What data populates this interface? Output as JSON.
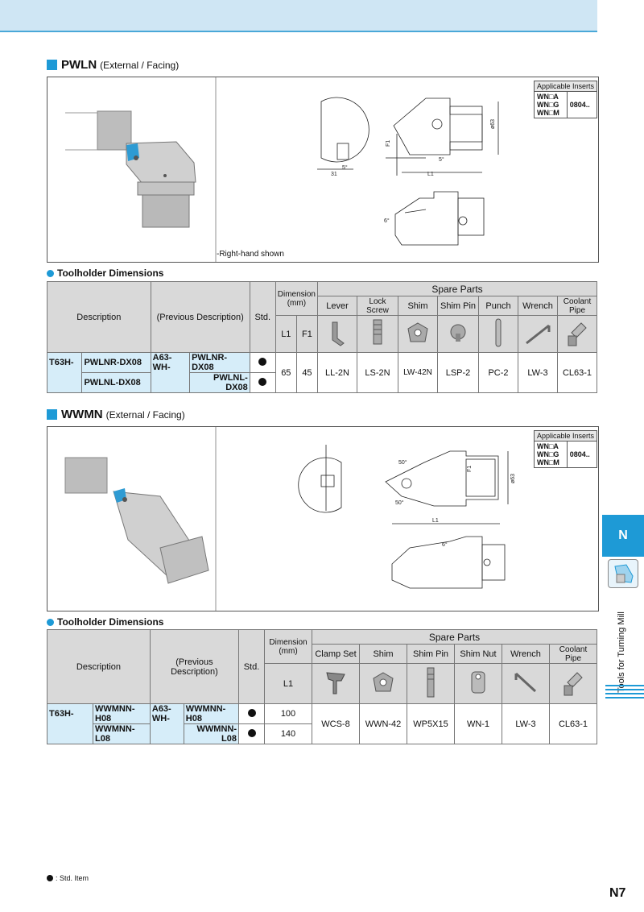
{
  "page_number": "N7",
  "sidebar": {
    "tab": "N",
    "text": "Tools for Turning Mill"
  },
  "footnote": ": Std. Item",
  "sections": [
    {
      "title": "PWLN",
      "subtitle": "(External / Facing)",
      "figure_caption": "-Right-hand shown",
      "dim_labels": {
        "f1": "F1",
        "d63": "ø63",
        "l1": "L1",
        "dim31": "31",
        "angle5a": "5°",
        "angle5b": "5°",
        "angle6": "6°"
      },
      "inserts": {
        "header": "Applicable Inserts",
        "codes": [
          "WN□A",
          "WN□G",
          "WN□M"
        ],
        "size": "0804.."
      },
      "toolholder_title": "Toolholder Dimensions",
      "headers": {
        "description": "Description",
        "previous": "(Previous Description)",
        "std": "Std.",
        "dimension": "Dimension (mm)",
        "spare_parts": "Spare Parts",
        "dims": [
          "L1",
          "F1"
        ],
        "parts": [
          "Lever",
          "Lock Screw",
          "Shim",
          "Shim Pin",
          "Punch",
          "Wrench",
          "Coolant Pipe"
        ]
      },
      "rows": [
        {
          "prefix": "T63H-",
          "code": "PWLNR-DX08",
          "prev_prefix": "A63-WH-",
          "prev_code": "PWLNR-DX08"
        },
        {
          "prefix": "",
          "code": "PWLNL-DX08",
          "prev_prefix": "",
          "prev_code": "PWLNL-DX08"
        }
      ],
      "dim_values": [
        "65",
        "45"
      ],
      "part_values": [
        "LL-2N",
        "LS-2N",
        "LW-42N",
        "LSP-2",
        "PC-2",
        "LW-3",
        "CL63-1"
      ]
    },
    {
      "title": "WWMN",
      "subtitle": "(External / Facing)",
      "dim_labels": {
        "angle50a": "50°",
        "angle50b": "50°",
        "d63": "ø63",
        "l1": "L1",
        "f1": "F1",
        "angle6": "6°"
      },
      "inserts": {
        "header": "Applicable Inserts",
        "codes": [
          "WN□A",
          "WN□G",
          "WN□M"
        ],
        "size": "0804.."
      },
      "toolholder_title": "Toolholder Dimensions",
      "headers": {
        "description": "Description",
        "previous": "(Previous Description)",
        "std": "Std.",
        "dimension": "Dimension (mm)",
        "spare_parts": "Spare Parts",
        "dims": [
          "L1"
        ],
        "parts": [
          "Clamp Set",
          "Shim",
          "Shim Pin",
          "Shim Nut",
          "Wrench",
          "Coolant Pipe"
        ]
      },
      "rows": [
        {
          "prefix": "T63H-",
          "code": "WWMNN-H08",
          "prev_prefix": "A63-WH-",
          "prev_code": "WWMNN-H08",
          "l1": "100"
        },
        {
          "prefix": "",
          "code": "WWMNN-L08",
          "prev_prefix": "",
          "prev_code": "WWMNN-L08",
          "l1": "140"
        }
      ],
      "part_values": [
        "WCS-8",
        "WWN-42",
        "WP5X15",
        "WN-1",
        "LW-3",
        "CL63-1"
      ]
    }
  ]
}
